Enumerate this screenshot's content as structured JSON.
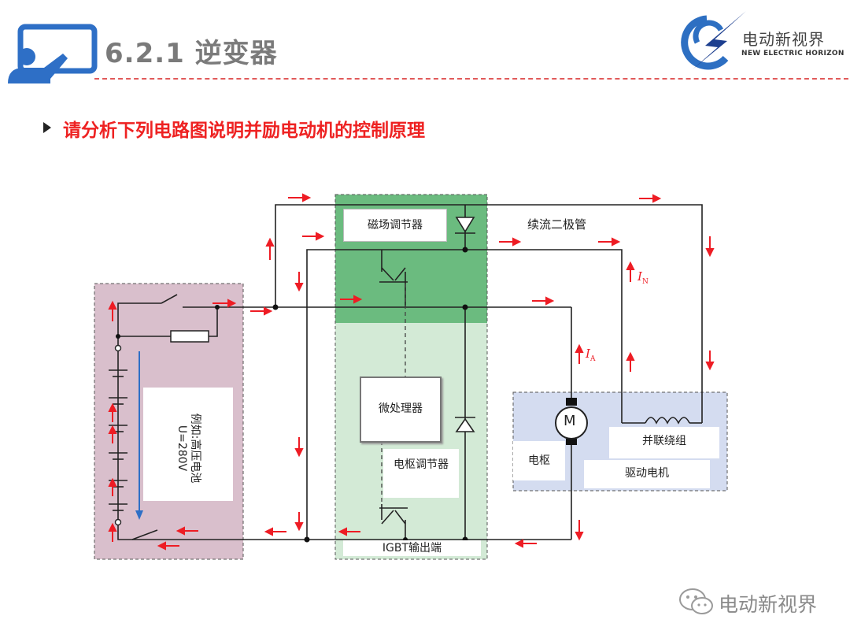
{
  "header": {
    "title": "6.2.1 逆变器",
    "brand_name": "电动新视界",
    "brand_tagline": "NEW ELECTRIC HORIZON"
  },
  "question": "请分析下列电路图说明并励电动机的控制原理",
  "diagram": {
    "battery_note": "例如:高压电池U=280V",
    "field_regulator": "磁场调节器",
    "freewheel_diode": "续流二极管",
    "microprocessor": "微处理器",
    "armature_regulator": "电枢调节器",
    "igbt_output": "IGBT输出端",
    "shunt_winding": "并联绕组",
    "armature": "电枢",
    "drive_motor": "驱动电机",
    "motor_symbol": "M",
    "current_field": "I",
    "current_field_sub": "N",
    "current_armature": "I",
    "current_armature_sub": "A"
  },
  "colors": {
    "battery_panel": "#d9bfcc",
    "controller_top": "#6bbb7f",
    "controller_bottom": "#d3ead6",
    "motor_panel": "#d4dcf0",
    "arrow_red": "#ee1c24",
    "wire": "#222222",
    "voltage_line": "#2e6fc6"
  },
  "watermark": {
    "text": "电动新视界"
  }
}
